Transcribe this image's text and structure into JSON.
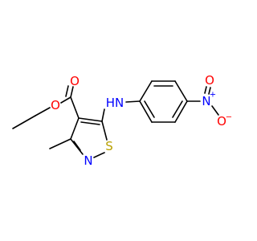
{
  "molecule": {
    "atoms": {
      "o_carbonyl": "O",
      "o_ester": "O",
      "nh": "HN",
      "s": "S",
      "n_ring": "N",
      "n_nitro": "N",
      "n_nitro_charge": "+",
      "o_nitro_top": "O",
      "o_nitro_bottom": "O",
      "o_nitro_charge": "−"
    },
    "colors": {
      "bond": "#000000",
      "oxygen": "#ff0000",
      "nitrogen": "#0000ff",
      "sulfur": "#b8a000"
    }
  }
}
